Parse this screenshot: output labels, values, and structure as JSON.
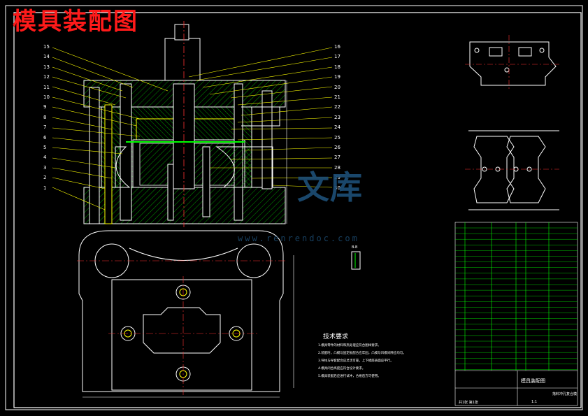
{
  "title": "模具装配图",
  "part_numbers_left": [
    "15",
    "14",
    "13",
    "12",
    "11",
    "10",
    "9",
    "8",
    "7",
    "6",
    "5",
    "4",
    "3",
    "2",
    "1"
  ],
  "part_numbers_right": [
    "16",
    "17",
    "18",
    "19",
    "20",
    "21",
    "22",
    "23",
    "24",
    "25",
    "26",
    "27",
    "28",
    "29",
    "30"
  ],
  "tech_requirements": {
    "heading": "技术要求",
    "items": [
      "1.模具零件的材料和热处理应符合图样要求。",
      "2.装配时，凸模与固定板配合应牢固，凸模与凹模间隙应均匀。",
      "3.导柱与导套配合应灵活可靠，上下模座表面应平行。",
      "4.模具闭合高度应符合设计要求。",
      "5.模具装配后应进行试冲，合格后方可使用。"
    ]
  },
  "section_label": "B-B",
  "watermark": {
    "text": "文库",
    "url": "www.renrendoc.com"
  },
  "title_block": {
    "drawing_name": "模具装配图",
    "subtitle": "落料冲孔复合模",
    "scale": "1:1",
    "sheet": "共1张 第1张"
  },
  "colors": {
    "outline": "#ffffff",
    "part_lines": "#ffff00",
    "hatch": "#00c000",
    "frame": "#ffffff",
    "table_lines": "#00ff00",
    "title_red": "#ff1a1a",
    "center_lines": "#ff3333",
    "watermark": "#1d4f77"
  }
}
